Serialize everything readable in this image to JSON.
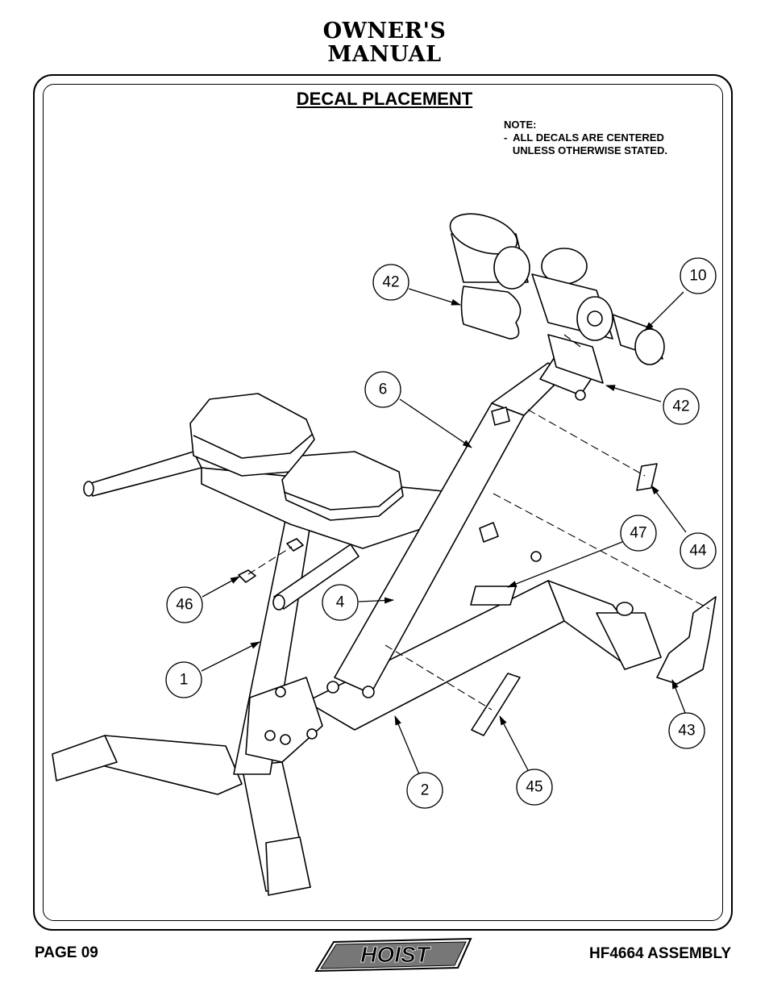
{
  "header": {
    "line1": "OWNER'S",
    "line2": "MANUAL"
  },
  "section": {
    "title": "DECAL PLACEMENT"
  },
  "note": {
    "heading": "NOTE:",
    "line1": "-  ALL DECALS ARE CENTERED",
    "line2": "   UNLESS OTHERWISE STATED."
  },
  "callouts": {
    "c42a": "42",
    "c10": "10",
    "c6": "6",
    "c42b": "42",
    "c44": "44",
    "c47": "47",
    "c46": "46",
    "c4": "4",
    "c1": "1",
    "c43": "43",
    "c2": "2",
    "c45": "45"
  },
  "footer": {
    "page": "PAGE 09",
    "logo": "HOIST",
    "model": "HF4664 ASSEMBLY"
  }
}
